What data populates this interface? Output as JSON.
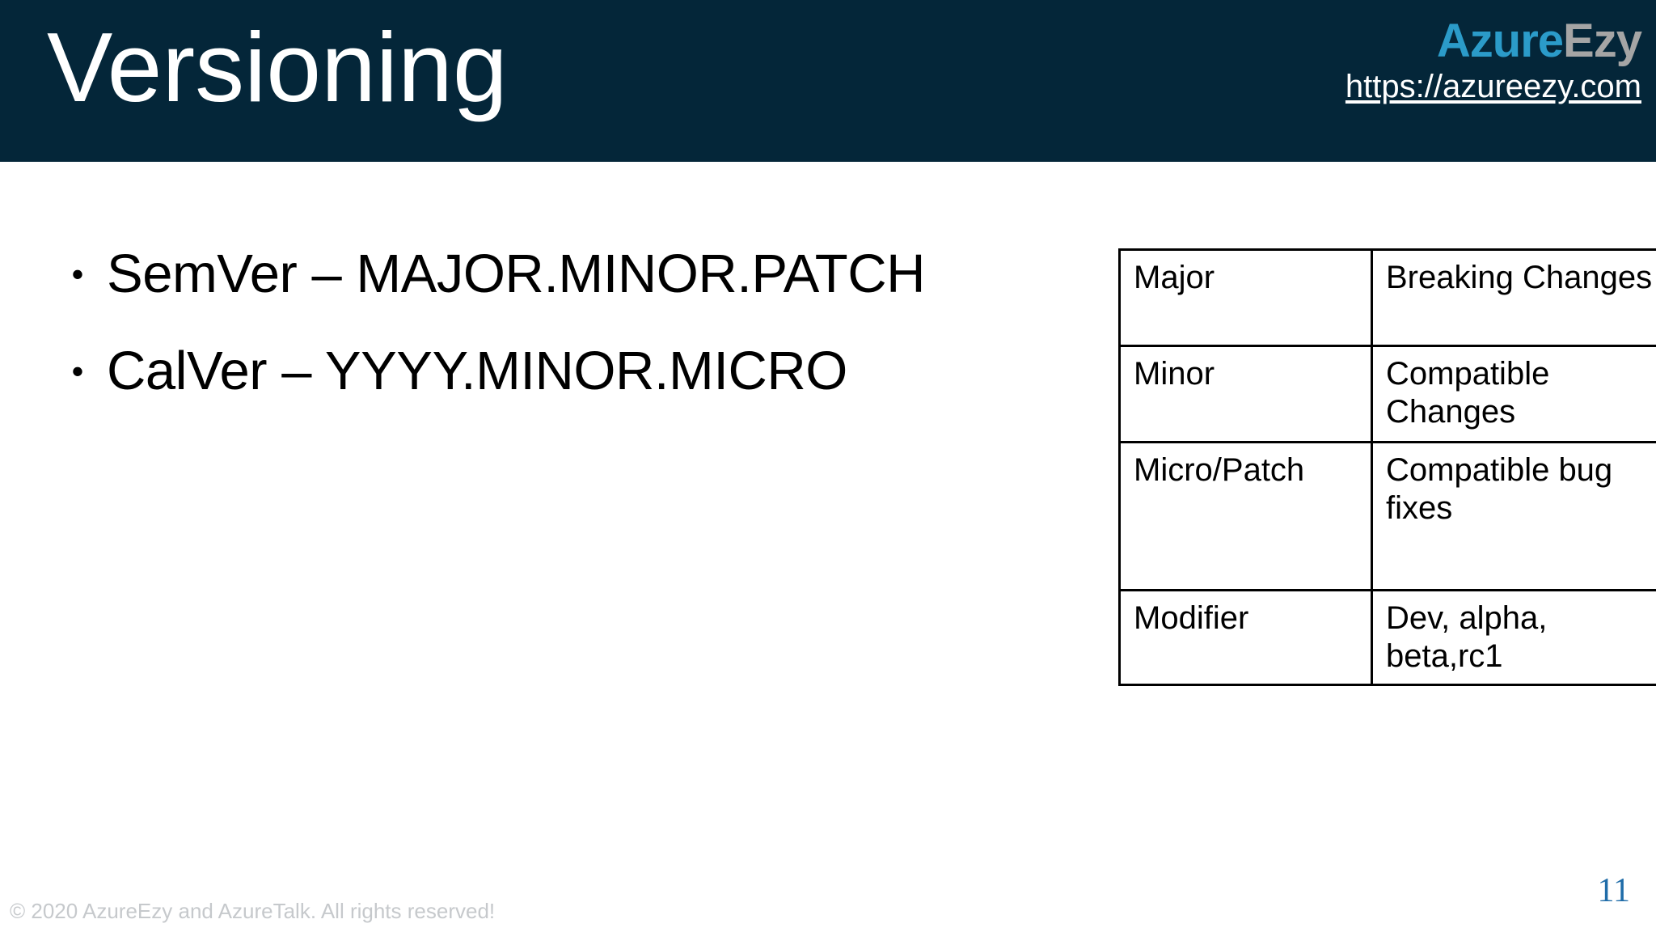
{
  "header": {
    "title": "Versioning",
    "background_color": "#042639",
    "brand": {
      "wordmark_primary": "Azure",
      "wordmark_secondary": "Ezy",
      "primary_color": "#2b9bc9",
      "secondary_color": "#a5a5a5",
      "url": "https://azureezy.com"
    }
  },
  "content": {
    "bullets": [
      {
        "marker": "•",
        "text": "SemVer – MAJOR.MINOR.PATCH"
      },
      {
        "marker": "•",
        "text": "CalVer – YYYY.MINOR.MICRO"
      }
    ],
    "table": {
      "rows": [
        {
          "term": "Major",
          "description": "Breaking Changes"
        },
        {
          "term": "Minor",
          "description": "Compatible Changes"
        },
        {
          "term": "Micro/Patch",
          "description": "Compatible bug fixes"
        },
        {
          "term": "Modifier",
          "description": "Dev, alpha, beta,rc1"
        }
      ]
    }
  },
  "footer": {
    "copyright": "© 2020 AzureEzy and AzureTalk. All rights reserved!",
    "page_number": "11",
    "page_number_color": "#1f6ca8"
  }
}
